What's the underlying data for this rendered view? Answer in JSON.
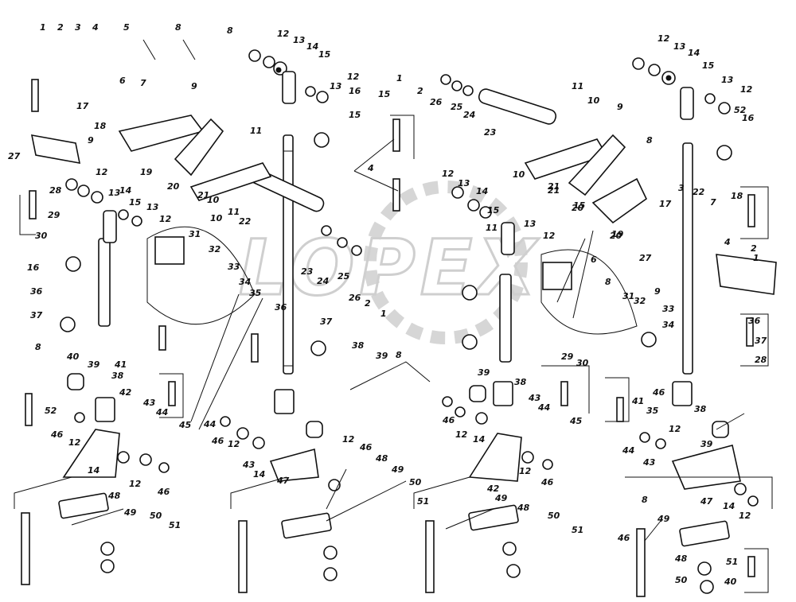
{
  "watermark": "LOPEX",
  "colors": {
    "ink": "#111111",
    "watermark": "#cfcfcf",
    "background": "#ffffff"
  },
  "callouts": [
    {
      "t": "1"
    },
    {
      "t": "2"
    },
    {
      "t": "3"
    },
    {
      "t": "4"
    },
    {
      "t": "5"
    },
    {
      "t": "6"
    },
    {
      "t": "7"
    },
    {
      "t": "8"
    },
    {
      "t": "8"
    },
    {
      "t": "9"
    },
    {
      "t": "9"
    },
    {
      "t": "12"
    },
    {
      "t": "13"
    },
    {
      "t": "14"
    },
    {
      "t": "15"
    },
    {
      "t": "13"
    },
    {
      "t": "12"
    },
    {
      "t": "15"
    },
    {
      "t": "17"
    },
    {
      "t": "18"
    },
    {
      "t": "19"
    },
    {
      "t": "20"
    },
    {
      "t": "10"
    },
    {
      "t": "11"
    },
    {
      "t": "27"
    },
    {
      "t": "12"
    },
    {
      "t": "28"
    },
    {
      "t": "13"
    },
    {
      "t": "14"
    },
    {
      "t": "29"
    },
    {
      "t": "30"
    },
    {
      "t": "15"
    },
    {
      "t": "13"
    },
    {
      "t": "12"
    },
    {
      "t": "21"
    },
    {
      "t": "10"
    },
    {
      "t": "11"
    },
    {
      "t": "16"
    },
    {
      "t": "31"
    },
    {
      "t": "32"
    },
    {
      "t": "33"
    },
    {
      "t": "34"
    },
    {
      "t": "35"
    },
    {
      "t": "22"
    },
    {
      "t": "23"
    },
    {
      "t": "24"
    },
    {
      "t": "25"
    },
    {
      "t": "26"
    },
    {
      "t": "2"
    },
    {
      "t": "1"
    },
    {
      "t": "36"
    },
    {
      "t": "37"
    },
    {
      "t": "8"
    },
    {
      "t": "41"
    },
    {
      "t": "40"
    },
    {
      "t": "39"
    },
    {
      "t": "38"
    },
    {
      "t": "42"
    },
    {
      "t": "43"
    },
    {
      "t": "44"
    },
    {
      "t": "52"
    },
    {
      "t": "46"
    },
    {
      "t": "12"
    },
    {
      "t": "14"
    },
    {
      "t": "12"
    },
    {
      "t": "46"
    },
    {
      "t": "48"
    },
    {
      "t": "49"
    },
    {
      "t": "50"
    },
    {
      "t": "51"
    },
    {
      "t": "45"
    },
    {
      "t": "44"
    },
    {
      "t": "46"
    },
    {
      "t": "12"
    },
    {
      "t": "43"
    },
    {
      "t": "14"
    },
    {
      "t": "47"
    },
    {
      "t": "12"
    },
    {
      "t": "46"
    },
    {
      "t": "48"
    },
    {
      "t": "49"
    },
    {
      "t": "50"
    },
    {
      "t": "51"
    },
    {
      "t": "38"
    },
    {
      "t": "39"
    },
    {
      "t": "36"
    },
    {
      "t": "37"
    },
    {
      "t": "1"
    },
    {
      "t": "2"
    },
    {
      "t": "26"
    },
    {
      "t": "25"
    },
    {
      "t": "24"
    },
    {
      "t": "23"
    },
    {
      "t": "15"
    },
    {
      "t": "4"
    },
    {
      "t": "12"
    },
    {
      "t": "13"
    },
    {
      "t": "14"
    },
    {
      "t": "15"
    },
    {
      "t": "13"
    },
    {
      "t": "12"
    },
    {
      "t": "11"
    },
    {
      "t": "10"
    },
    {
      "t": "21"
    },
    {
      "t": "16"
    },
    {
      "t": "8"
    },
    {
      "t": "39"
    },
    {
      "t": "38"
    },
    {
      "t": "43"
    },
    {
      "t": "44"
    },
    {
      "t": "46"
    },
    {
      "t": "12"
    },
    {
      "t": "14"
    },
    {
      "t": "45"
    },
    {
      "t": "42"
    },
    {
      "t": "12"
    },
    {
      "t": "46"
    },
    {
      "t": "49"
    },
    {
      "t": "48"
    },
    {
      "t": "50"
    },
    {
      "t": "51"
    },
    {
      "t": "12"
    },
    {
      "t": "13"
    },
    {
      "t": "14"
    },
    {
      "t": "15"
    },
    {
      "t": "13"
    },
    {
      "t": "12"
    },
    {
      "t": "11"
    },
    {
      "t": "10"
    },
    {
      "t": "9"
    },
    {
      "t": "8"
    },
    {
      "t": "21"
    },
    {
      "t": "20"
    },
    {
      "t": "19"
    },
    {
      "t": "3"
    },
    {
      "t": "22"
    },
    {
      "t": "7"
    },
    {
      "t": "18"
    },
    {
      "t": "4"
    },
    {
      "t": "2"
    },
    {
      "t": "1"
    },
    {
      "t": "17"
    },
    {
      "t": "27"
    },
    {
      "t": "9"
    },
    {
      "t": "6"
    },
    {
      "t": "8"
    },
    {
      "t": "31"
    },
    {
      "t": "32"
    },
    {
      "t": "33"
    },
    {
      "t": "34"
    },
    {
      "t": "36"
    },
    {
      "t": "37"
    },
    {
      "t": "28"
    },
    {
      "t": "29"
    },
    {
      "t": "30"
    },
    {
      "t": "41"
    },
    {
      "t": "35"
    },
    {
      "t": "44"
    },
    {
      "t": "43"
    },
    {
      "t": "46"
    },
    {
      "t": "12"
    },
    {
      "t": "38"
    },
    {
      "t": "39"
    },
    {
      "t": "8"
    },
    {
      "t": "47"
    },
    {
      "t": "14"
    },
    {
      "t": "12"
    },
    {
      "t": "46"
    },
    {
      "t": "49"
    },
    {
      "t": "48"
    },
    {
      "t": "50"
    },
    {
      "t": "51"
    },
    {
      "t": "40"
    },
    {
      "t": "52"
    },
    {
      "t": "16"
    },
    {
      "t": "15"
    },
    {
      "t": "20"
    },
    {
      "t": "19"
    }
  ]
}
